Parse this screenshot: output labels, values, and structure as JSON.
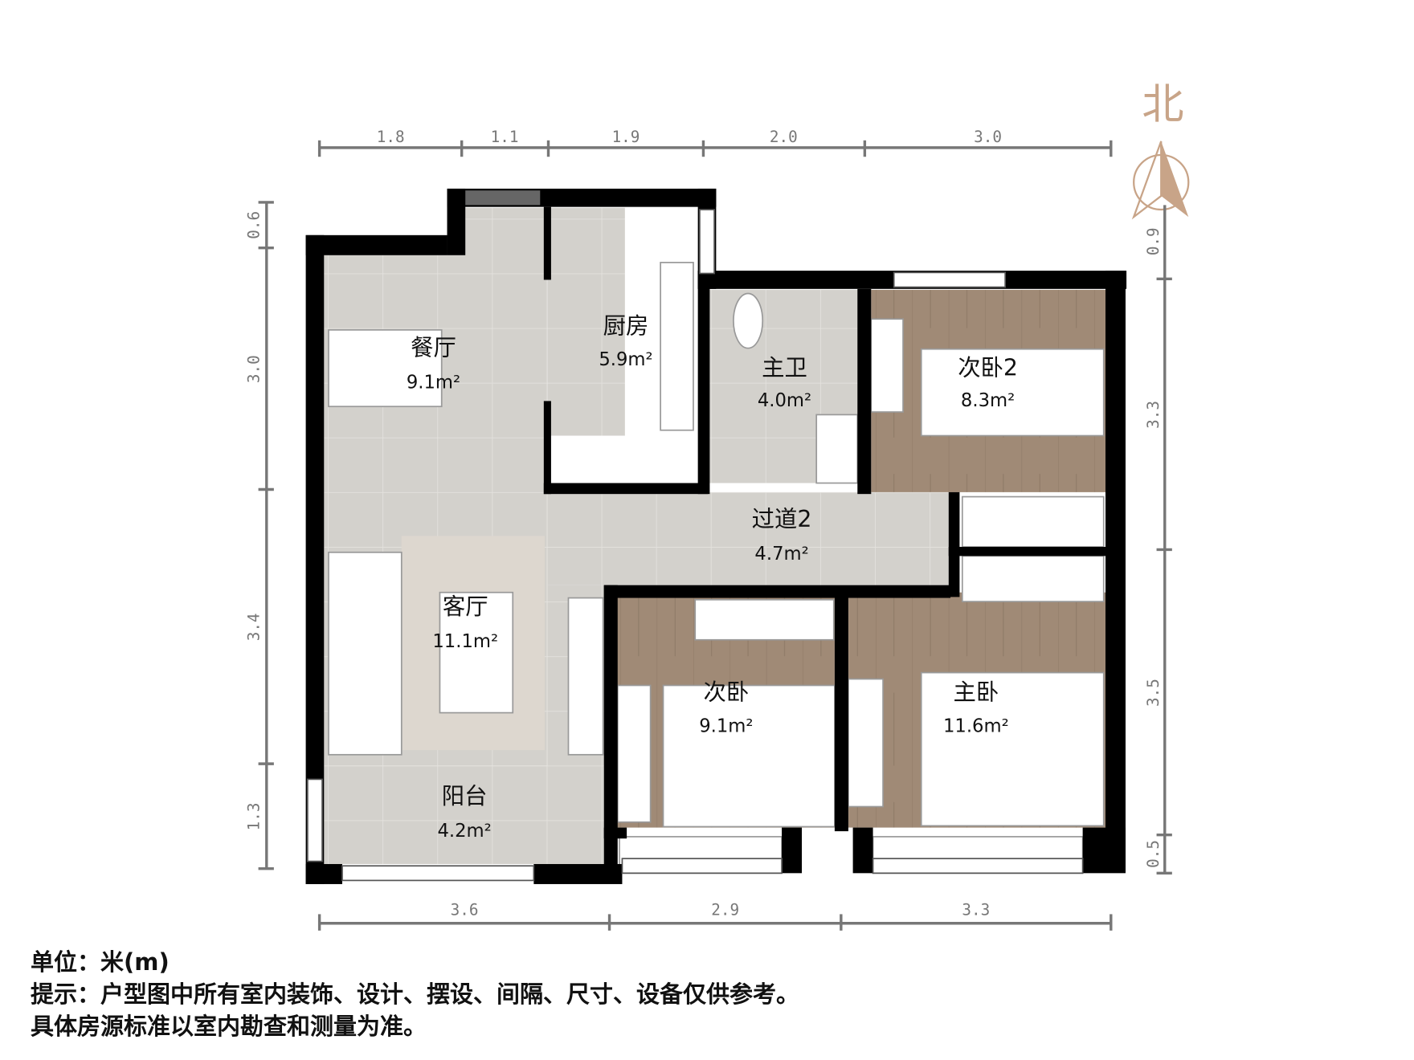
{
  "compass": {
    "label": "北"
  },
  "dimensions": {
    "top": [
      "1.8",
      "1.1",
      "1.9",
      "2.0",
      "3.0"
    ],
    "bottom": [
      "3.6",
      "2.9",
      "3.3"
    ],
    "left": [
      "0.6",
      "3.0",
      "3.4",
      "1.3"
    ],
    "right": [
      "0.9",
      "3.3",
      "3.5",
      "0.5"
    ]
  },
  "rooms": {
    "dining": {
      "name": "餐厅",
      "area": "9.1m²"
    },
    "kitchen": {
      "name": "厨房",
      "area": "5.9m²"
    },
    "master_bath": {
      "name": "主卫",
      "area": "4.0m²"
    },
    "bedroom2": {
      "name": "次卧2",
      "area": "8.3m²"
    },
    "hallway2": {
      "name": "过道2",
      "area": "4.7m²"
    },
    "living": {
      "name": "客厅",
      "area": "11.1m²"
    },
    "bedroom": {
      "name": "次卧",
      "area": "9.1m²"
    },
    "master_bedroom": {
      "name": "主卧",
      "area": "11.6m²"
    },
    "balcony": {
      "name": "阳台",
      "area": "4.2m²"
    }
  },
  "notes": {
    "unit": "单位：米(m)",
    "tip": "提示：户型图中所有室内装饰、设计、摆设、间隔、尺寸、设备仅供参考。",
    "disclaimer": "具体房源标准以室内勘查和测量为准。"
  },
  "colors": {
    "wall": "#000000",
    "tile": "#cfcdc8",
    "wood": "#9c8672",
    "dimension": "#777777",
    "compass": "#c8a488"
  }
}
